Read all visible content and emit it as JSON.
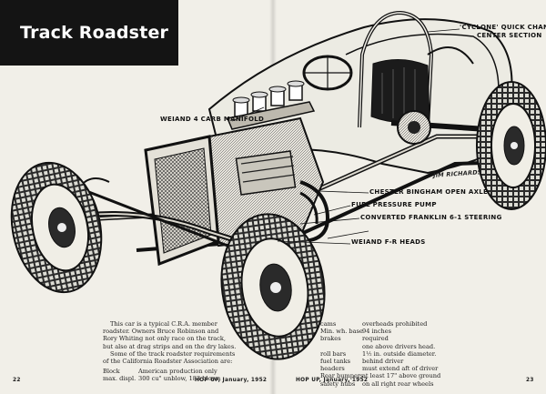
{
  "title": "Track Roadster",
  "callouts": {
    "cyclone_line1": "'CYCLONE' QUICK CHANGE",
    "cyclone_line2": "CENTER SECTION",
    "weiand_manifold": "WEIAND 4 CARB MANIFOLD",
    "chester_axle": "CHESTER BINGHAM OPEN AXLE",
    "fuel_pump": "FUEL PRESSURE PUMP",
    "steering": "CONVERTED FRANKLIN 6-1 STEERING",
    "heads": "WEIAND F-R HEADS"
  },
  "artist_signature": "JIM RICHARDS",
  "intro_paragraph": [
    "This car is a typical C.R.A. member",
    "roadster. Owners Bruce Robinson and",
    "Rory Whiting not only race on the track,",
    "but also at drag strips and on the dry lakes.",
    "Some of the track roadster requirements",
    "of the California Roadster Association are:"
  ],
  "specs_left": {
    "labels": [
      "Block",
      "max. displ."
    ],
    "values": [
      "American production only",
      "300 cu\" unblow, 183 blown"
    ]
  },
  "specs_middle": {
    "lines": [
      "cams",
      "Min. wh. base",
      "brakes",
      "",
      "roll bars",
      "fuel tanks",
      "headers",
      "Rear bumpers",
      "safety hubs"
    ]
  },
  "specs_right": {
    "lines": [
      "overheads prohibited",
      "94 inches",
      "required",
      "one above drivers head.",
      "1½ in. outside diameter.",
      "behind driver",
      "must extend aft of driver",
      "at least 17\" above ground",
      "on all right rear wheels"
    ]
  },
  "footer": {
    "left_page_number": "22",
    "left_credit": "HOP UP, January, 1952",
    "right_credit": "HOP UP, January, 1952",
    "right_page_number": "23"
  }
}
